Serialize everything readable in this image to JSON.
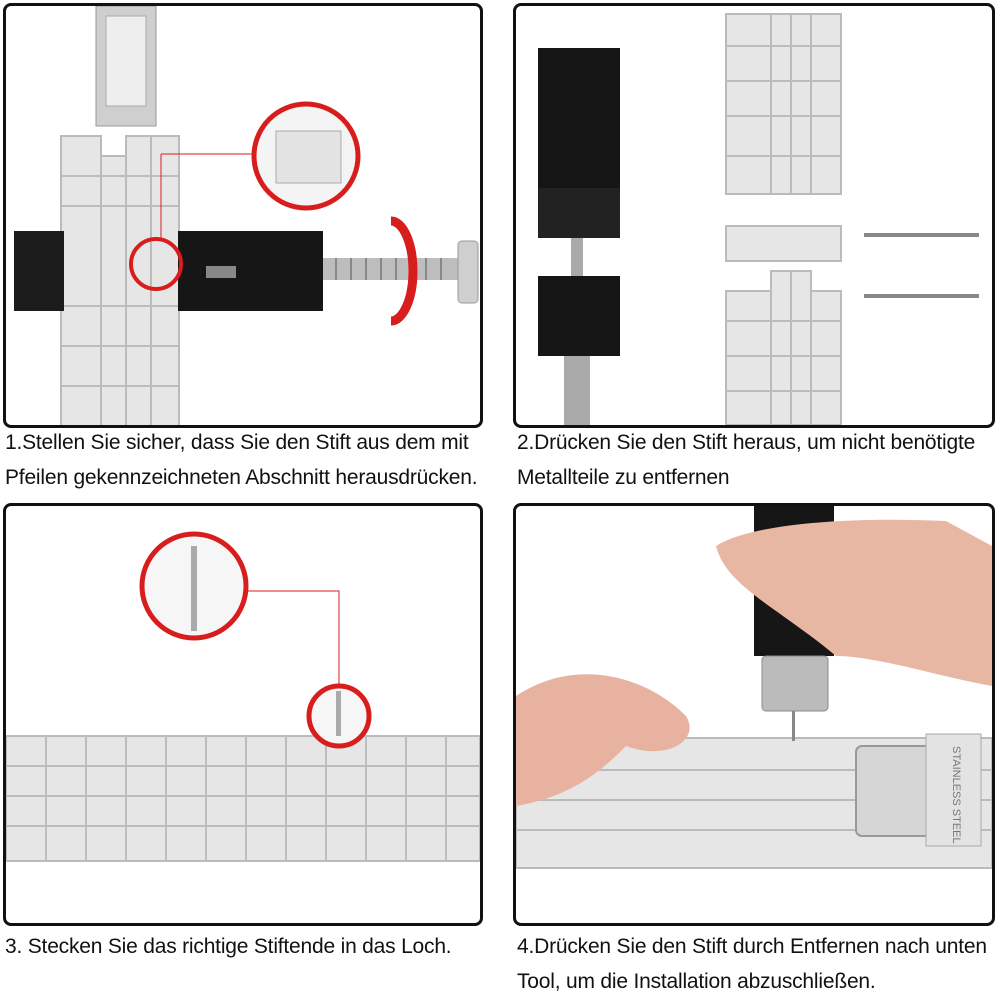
{
  "steps": [
    {
      "caption_line1": "1.Stellen Sie sicher, dass Sie den Stift aus dem mit",
      "caption_line2": "Pfeilen gekennzeichneten Abschnitt herausdrücken."
    },
    {
      "caption_line1": "2.Drücken Sie den Stift heraus, um nicht benötigte",
      "caption_line2": "Metallteile zu entfernen"
    },
    {
      "caption_line1": "3. Stecken Sie das richtige Stiftende in das Loch.",
      "caption_line2": ""
    },
    {
      "caption_line1": "4.Drücken Sie den Stift durch Entfernen nach unten",
      "caption_line2": "Tool, um die Installation abzuschließen."
    }
  ],
  "clasp_engraving": "STAINLESS STEEL",
  "colors": {
    "highlight_ring": "#d81d1d",
    "metal": "#e3e3e3",
    "tool": "#151515",
    "frame": "#111111"
  }
}
